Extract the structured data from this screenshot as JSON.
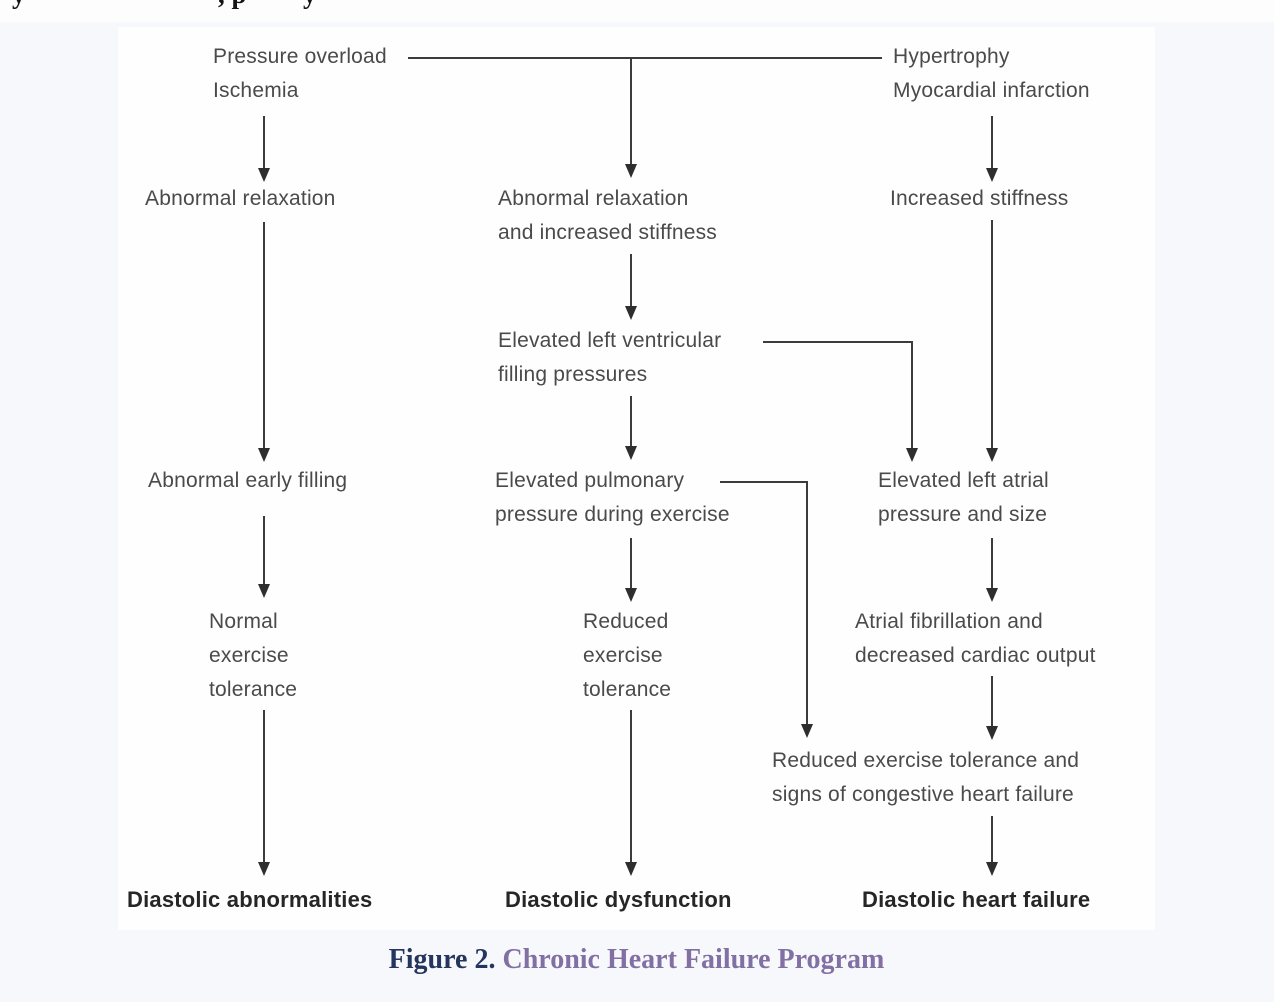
{
  "page": {
    "background": "#f7f8fb",
    "panel_background": "#ffffff",
    "cropped_text_fragments": [
      "y",
      ", p",
      "y"
    ]
  },
  "diagram": {
    "type": "flowchart",
    "text_color": "#4a4a4a",
    "line_color": "#3c3c3c",
    "nodes": {
      "pressure_overload": {
        "label": "Pressure overload\nIschemia"
      },
      "hypertrophy": {
        "label": "Hypertrophy\nMyocardial infarction"
      },
      "abnormal_relaxation": {
        "label": "Abnormal relaxation"
      },
      "abnormal_relaxation_stiffness": {
        "label": "Abnormal relaxation\nand increased stiffness"
      },
      "increased_stiffness": {
        "label": "Increased stiffness"
      },
      "elevated_lv_filling": {
        "label": "Elevated left ventricular\nfilling pressures"
      },
      "abnormal_early_filling": {
        "label": "Abnormal early filling"
      },
      "elevated_pulmonary": {
        "label": "Elevated pulmonary\npressure during exercise"
      },
      "elevated_left_atrial": {
        "label": "Elevated left atrial\npressure and size"
      },
      "normal_exercise_tolerance": {
        "label": "Normal\nexercise\ntolerance"
      },
      "reduced_exercise_tolerance": {
        "label": "Reduced\nexercise\ntolerance"
      },
      "atrial_fibrillation": {
        "label": "Atrial fibrillation and\ndecreased cardiac output"
      },
      "reduced_tolerance_chf": {
        "label": "Reduced exercise tolerance and\nsigns of congestive heart failure"
      },
      "diastolic_abnormalities": {
        "label": "Diastolic abnormalities"
      },
      "diastolic_dysfunction": {
        "label": "Diastolic dysfunction"
      },
      "diastolic_heart_failure": {
        "label": "Diastolic heart failure"
      }
    },
    "edges": [
      {
        "from": "pressure_overload",
        "to": "hypertrophy",
        "style": "plain-line"
      },
      {
        "from": "pressure_overload",
        "to": "abnormal_relaxation",
        "style": "arrow"
      },
      {
        "from": "pressure_overload_hypertrophy_line",
        "to": "abnormal_relaxation_stiffness",
        "style": "arrow"
      },
      {
        "from": "hypertrophy",
        "to": "increased_stiffness",
        "style": "arrow"
      },
      {
        "from": "abnormal_relaxation",
        "to": "abnormal_early_filling",
        "style": "arrow"
      },
      {
        "from": "abnormal_relaxation_stiffness",
        "to": "elevated_lv_filling",
        "style": "arrow"
      },
      {
        "from": "elevated_lv_filling",
        "to": "elevated_pulmonary",
        "style": "arrow"
      },
      {
        "from": "elevated_lv_filling",
        "to": "elevated_left_atrial",
        "style": "elbow-arrow"
      },
      {
        "from": "increased_stiffness",
        "to": "elevated_left_atrial",
        "style": "arrow"
      },
      {
        "from": "abnormal_early_filling",
        "to": "normal_exercise_tolerance",
        "style": "arrow"
      },
      {
        "from": "elevated_pulmonary",
        "to": "reduced_exercise_tolerance",
        "style": "arrow"
      },
      {
        "from": "elevated_pulmonary",
        "to": "reduced_tolerance_chf",
        "style": "elbow-arrow"
      },
      {
        "from": "elevated_left_atrial",
        "to": "atrial_fibrillation",
        "style": "arrow"
      },
      {
        "from": "atrial_fibrillation",
        "to": "reduced_tolerance_chf",
        "style": "arrow"
      },
      {
        "from": "normal_exercise_tolerance",
        "to": "diastolic_abnormalities",
        "style": "arrow"
      },
      {
        "from": "reduced_exercise_tolerance",
        "to": "diastolic_dysfunction",
        "style": "arrow"
      },
      {
        "from": "reduced_tolerance_chf",
        "to": "diastolic_heart_failure",
        "style": "arrow"
      }
    ]
  },
  "caption": {
    "figure_label": "Figure 2",
    "separator": ". ",
    "title": "Chronic Heart Failure Program",
    "label_color": "#24355e",
    "title_color": "#8270a5"
  }
}
